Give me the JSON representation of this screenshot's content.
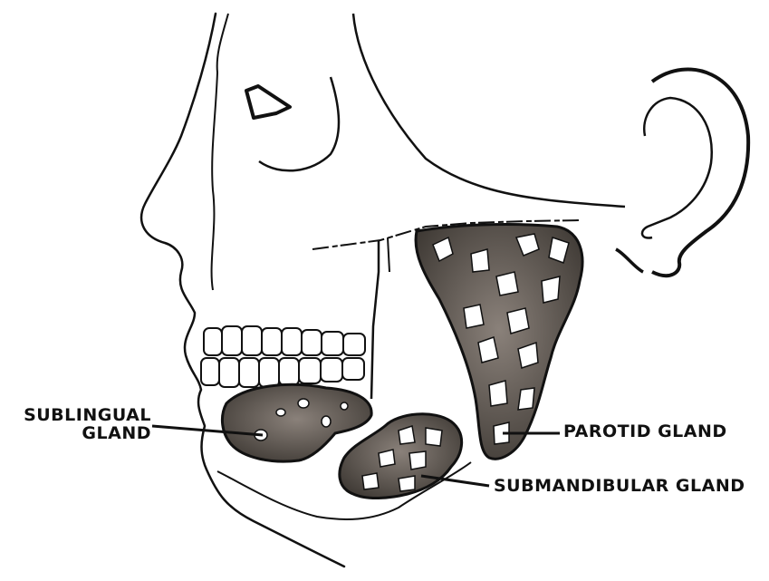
{
  "labels": {
    "sublingual": {
      "line1": "SUBLINGUAL",
      "line2": "GLAND"
    },
    "parotid": "PAROTID GLAND",
    "submandibular": "SUBMANDIBULAR GLAND"
  },
  "colors": {
    "outline": "#111111",
    "gland_fill": "#5b534c",
    "gland_fill_dark": "#3d3833",
    "lobule": "#ffffff",
    "background": "#ffffff"
  }
}
